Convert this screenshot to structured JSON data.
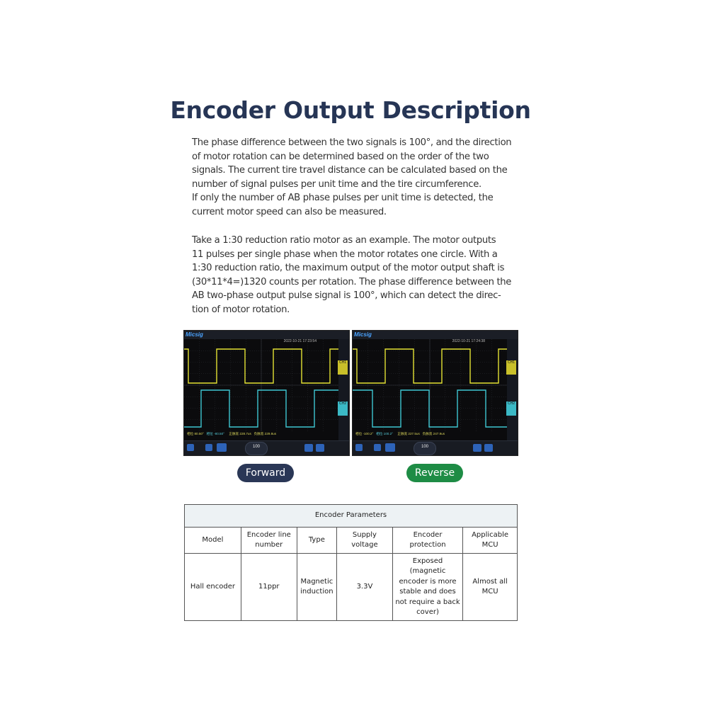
{
  "title": "Encoder Output Description",
  "paragraph1": [
    "The phase difference between the two signals is 100°, and the direction",
    "of motor rotation can be determined based on the order of the two",
    "signals. The current tire travel distance can be calculated based on the",
    "number of signal pulses per unit time and the tire circumference.",
    "If only the number of AB phase pulses per unit time is detected, the",
    "current motor speed can also be measured."
  ],
  "paragraph2": [
    "Take a 1:30 reduction ratio motor as an example. The motor outputs",
    "11 pulses per single phase when the motor rotates one circle. With a",
    "1:30 reduction ratio, the maximum output of the motor output shaft is",
    "(30*11*4=)1320 counts per rotation. The phase difference between the",
    "AB two-phase output pulse signal is 100°, which can detect the direc-",
    "tion of motor rotation."
  ],
  "scopes": [
    {
      "logo": "Micsig",
      "timestamp": "2022-10-21 17:23:54",
      "ch1_label": "CH1",
      "ch2_label": "CH2",
      "readouts": [
        "相位 80.50°",
        "相位 -80.50°",
        "正脉宽 228.7us",
        "负脉宽 229.8us"
      ],
      "timebase": "100",
      "direction": "forward"
    },
    {
      "logo": "Micsig",
      "timestamp": "2022-10-21 17:24:38",
      "ch1_label": "CH1",
      "ch2_label": "CH2",
      "readouts": [
        "相位 -100.2°",
        "相位 100.2°",
        "正脉宽 227.5us",
        "负脉宽 247.9us"
      ],
      "timebase": "100",
      "direction": "reverse"
    }
  ],
  "buttons": {
    "forward": "Forward",
    "reverse": "Reverse"
  },
  "colors": {
    "title": "#263555",
    "forward_button": "#2a3756",
    "reverse_button": "#1e8c45",
    "trace_ch1": "#e4e234",
    "trace_ch2": "#3ec6d2",
    "table_header_bg": "#edf2f4"
  },
  "table": {
    "caption": "Encoder Parameters",
    "headers": [
      "Model",
      "Encoder line number",
      "Type",
      "Supply voltage",
      "Encoder protection",
      "Applicable MCU"
    ],
    "row": [
      "Hall encoder",
      "11ppr",
      "Magnetic induction",
      "3.3V",
      "Exposed (magnetic encoder is more stable and does not require a back cover)",
      "Almost all MCU"
    ]
  }
}
